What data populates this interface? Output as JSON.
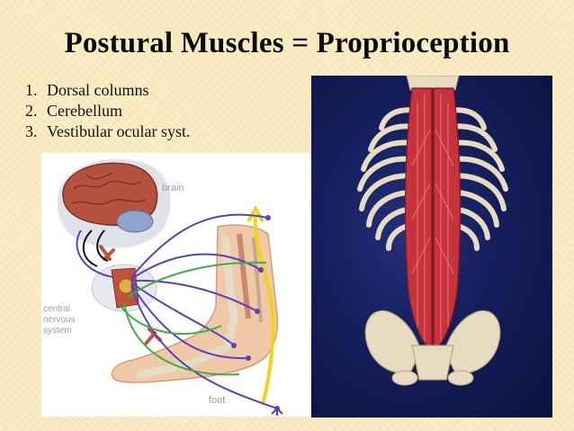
{
  "slide": {
    "title": "Postural Muscles = Proprioception",
    "list": [
      {
        "num": "1.",
        "text": "Dorsal columns"
      },
      {
        "num": "2.",
        "text": "Cerebellum"
      },
      {
        "num": "3.",
        "text": "Vestibular ocular syst."
      }
    ]
  },
  "diagram": {
    "brain_label": "brain",
    "cns_label_lines": [
      "central",
      "nervous",
      "system"
    ],
    "foot_label": "foot"
  },
  "colors": {
    "background": "#fbeec5",
    "panel_blue": "#141e5a",
    "muscle_red": "#c8323a",
    "bone": "#e8dcc0",
    "nerve_purple": "#5a3fbf",
    "nerve_green": "#3fae4a",
    "nerve_yellow": "#f2d21b"
  }
}
